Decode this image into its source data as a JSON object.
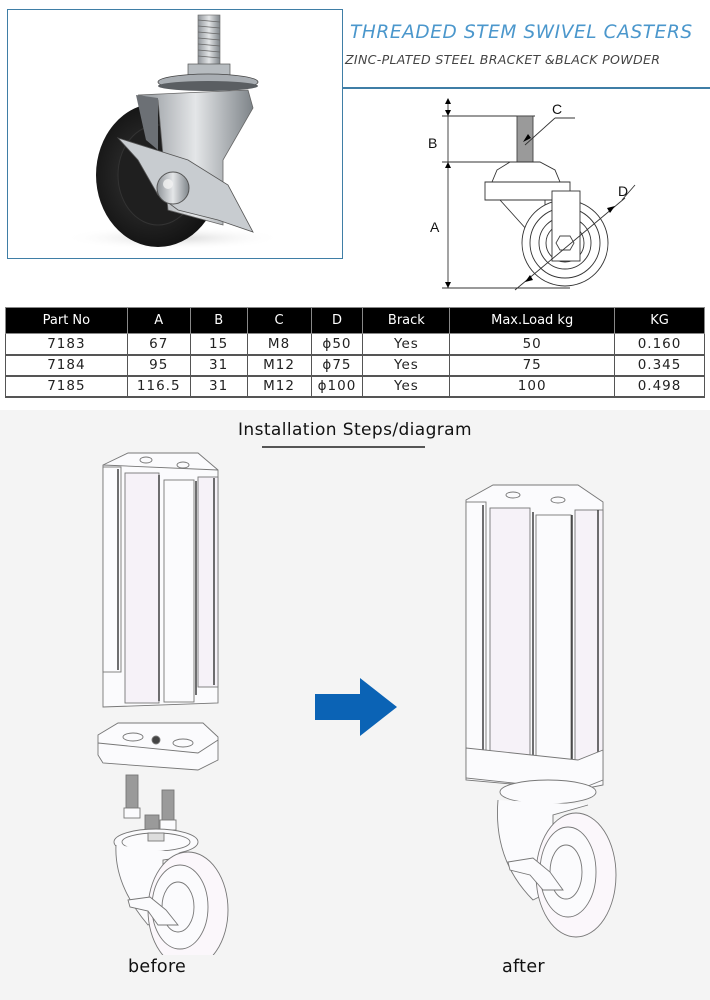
{
  "header": {
    "title": "THREADED STEM SWIVEL CASTERS",
    "subtitle": "ZINC-PLATED STEEL BRACKET &BLACK POWDER"
  },
  "colors": {
    "title_blue": "#4b97cc",
    "frame_blue": "#3f7ea6",
    "arrow_blue": "#0b63b5",
    "table_header_bg": "#000000",
    "section_bg": "#f4f4f4"
  },
  "product_photo": {
    "icon": "swivel-caster-with-brake-photo"
  },
  "dimension_drawing": {
    "labels": {
      "a": "A",
      "b": "B",
      "c": "C",
      "d": "D"
    }
  },
  "spec_table": {
    "columns": [
      "Part No",
      "A",
      "B",
      "C",
      "D",
      "Brack",
      "Max.Load kg",
      "KG"
    ],
    "rows": [
      [
        "7183",
        "67",
        "15",
        "M8",
        "ϕ50",
        "Yes",
        "50",
        "0.160"
      ],
      [
        "7184",
        "95",
        "31",
        "M12",
        "ϕ75",
        "Yes",
        "75",
        "0.345"
      ],
      [
        "7185",
        "116.5",
        "31",
        "M12",
        "ϕ100",
        "Yes",
        "100",
        "0.498"
      ]
    ]
  },
  "installation": {
    "title": "Installation Steps/diagram",
    "before_label": "before",
    "after_label": "after",
    "arrow_icon": "right-arrow-icon"
  }
}
